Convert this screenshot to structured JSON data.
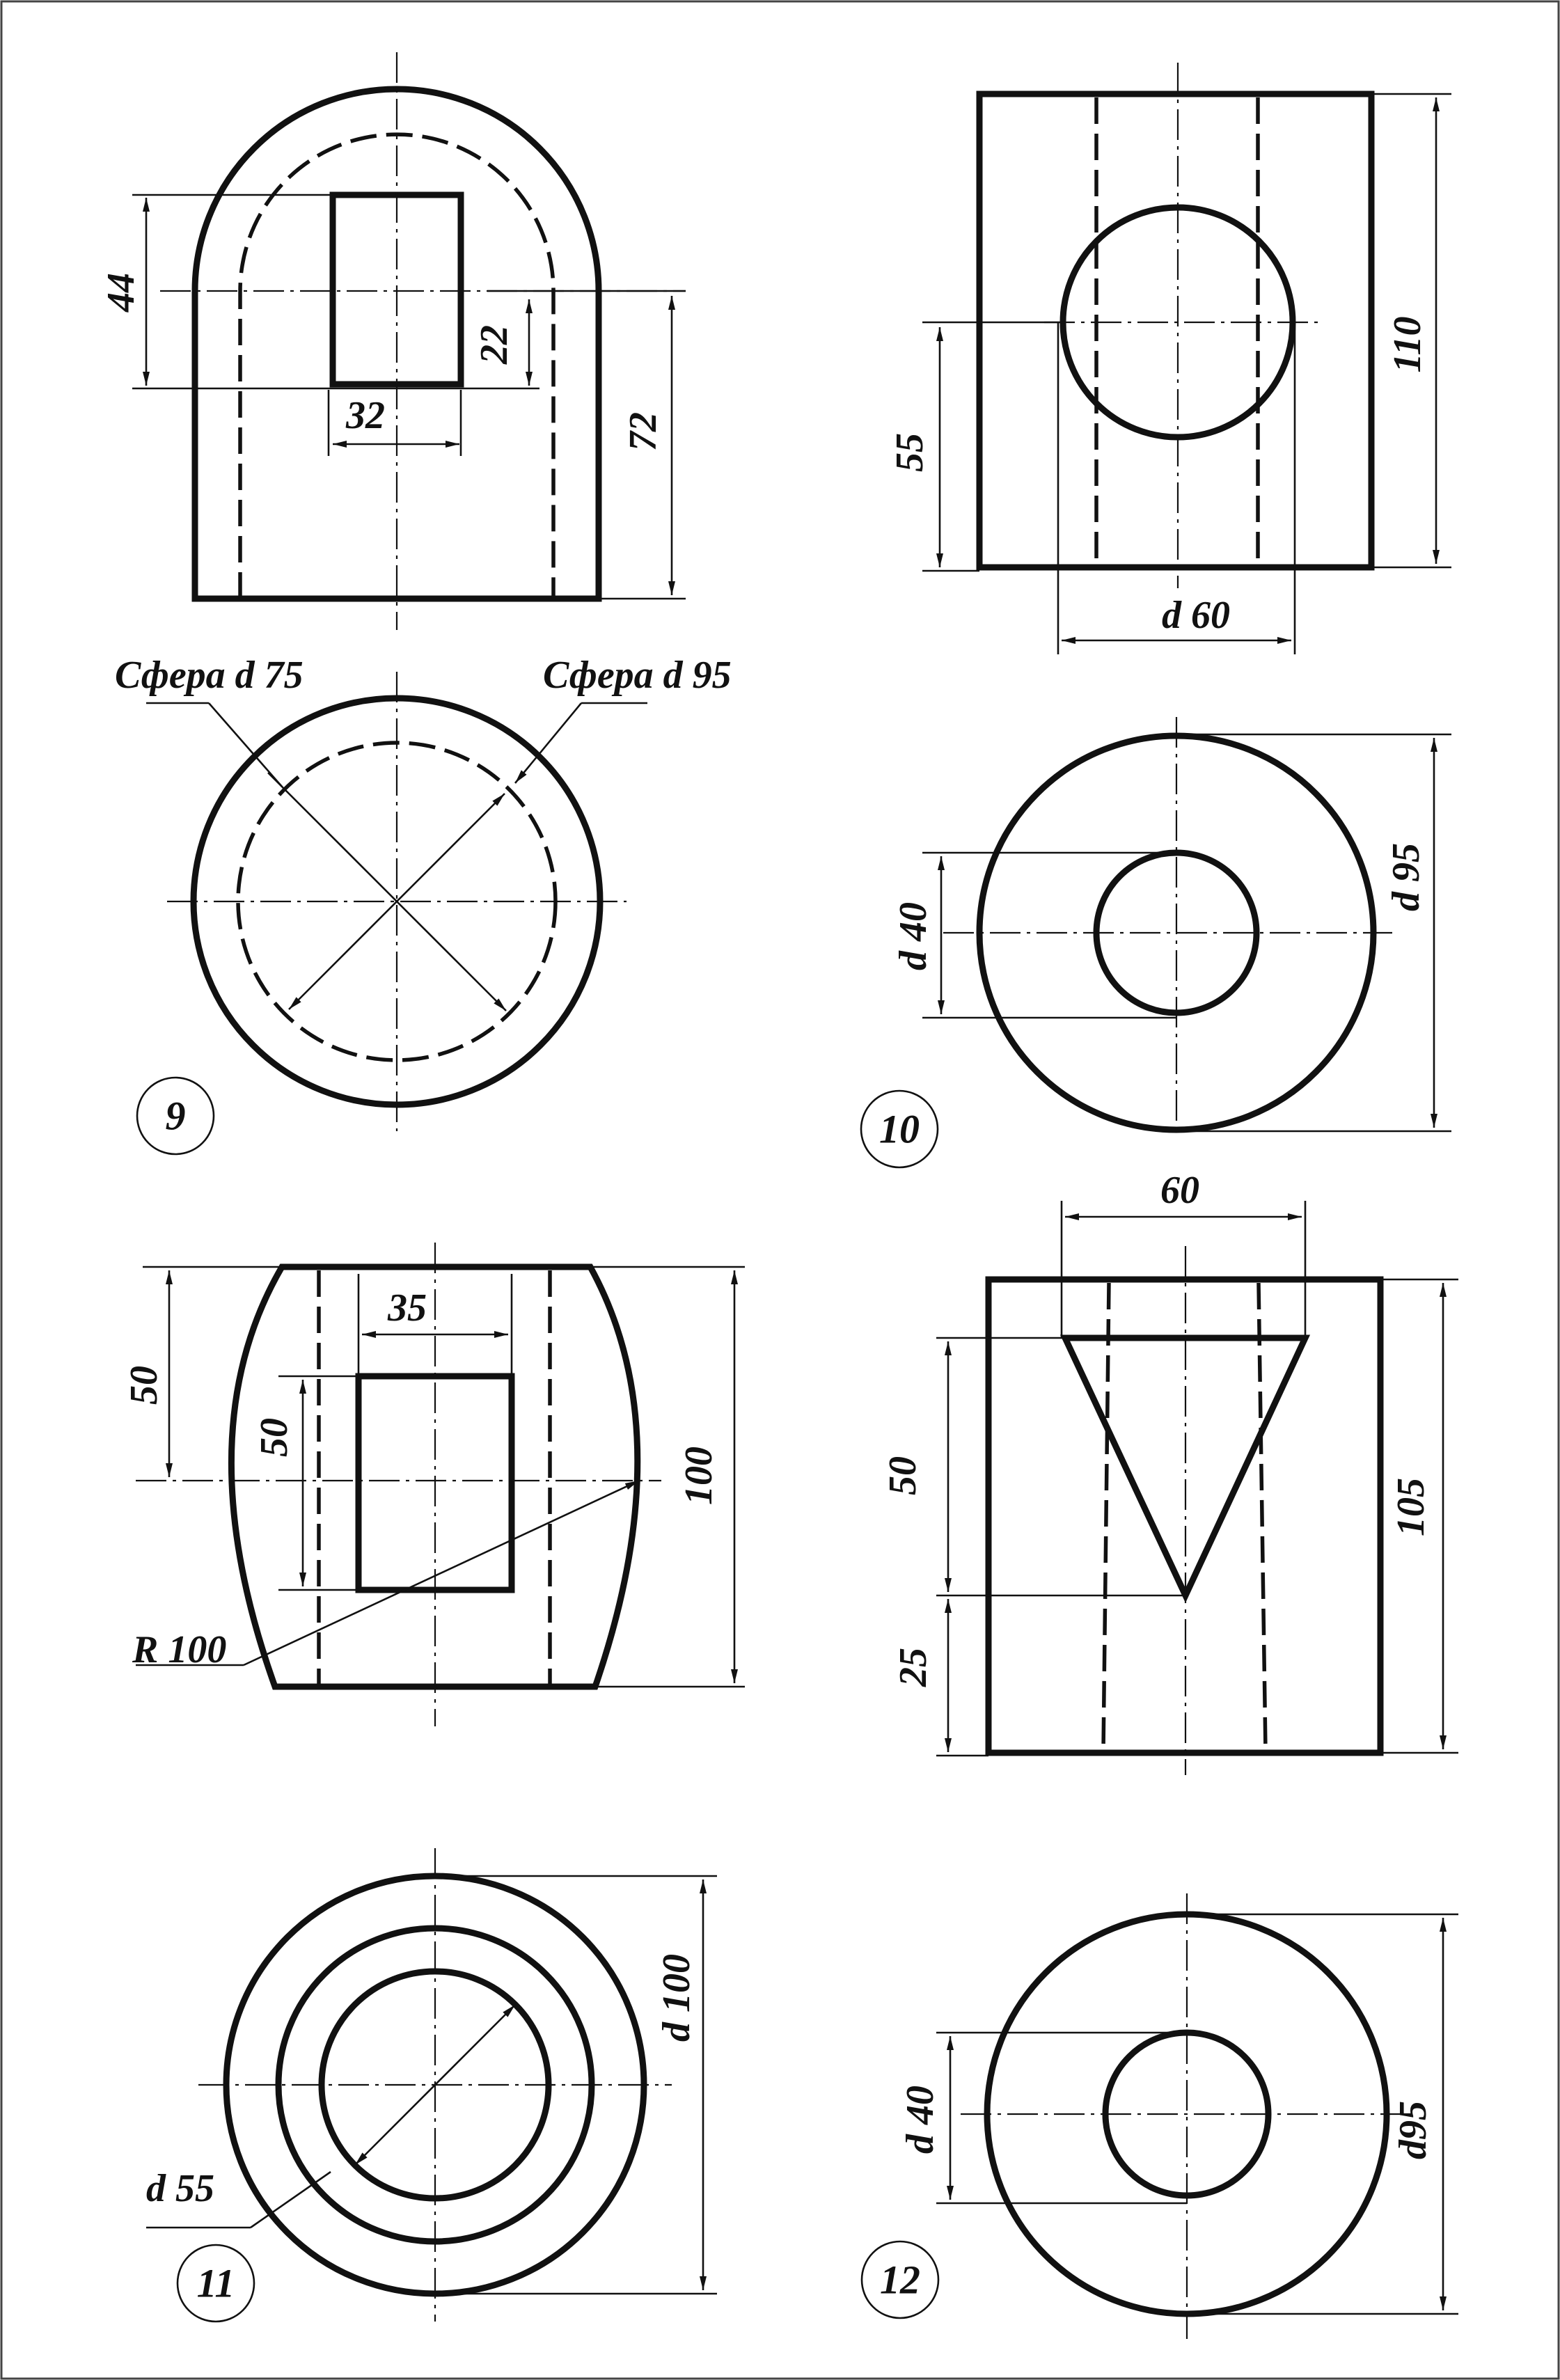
{
  "panels": [
    {
      "number": "9",
      "dims": {
        "w": "32",
        "h_hole": "22",
        "h_top": "44",
        "h_side": "72"
      },
      "leaders": {
        "inner": "Сфера d 75",
        "outer": "Сфера d 95"
      }
    },
    {
      "number": "10",
      "dims": {
        "height": "110",
        "hole_offset": "55",
        "hole_d": "d 60",
        "plan_outer": "d 95",
        "plan_inner": "d 40"
      }
    },
    {
      "number": "11",
      "dims": {
        "w": "35",
        "h_hole": "50",
        "h_top": "50",
        "height": "100",
        "radius": "R 100",
        "plan_outer": "d 100",
        "plan_inner": "d 55"
      }
    },
    {
      "number": "12",
      "dims": {
        "w": "60",
        "h_top": "50",
        "h_bottom": "25",
        "height": "105",
        "plan_outer": "d95",
        "plan_inner": "d 40"
      }
    }
  ]
}
